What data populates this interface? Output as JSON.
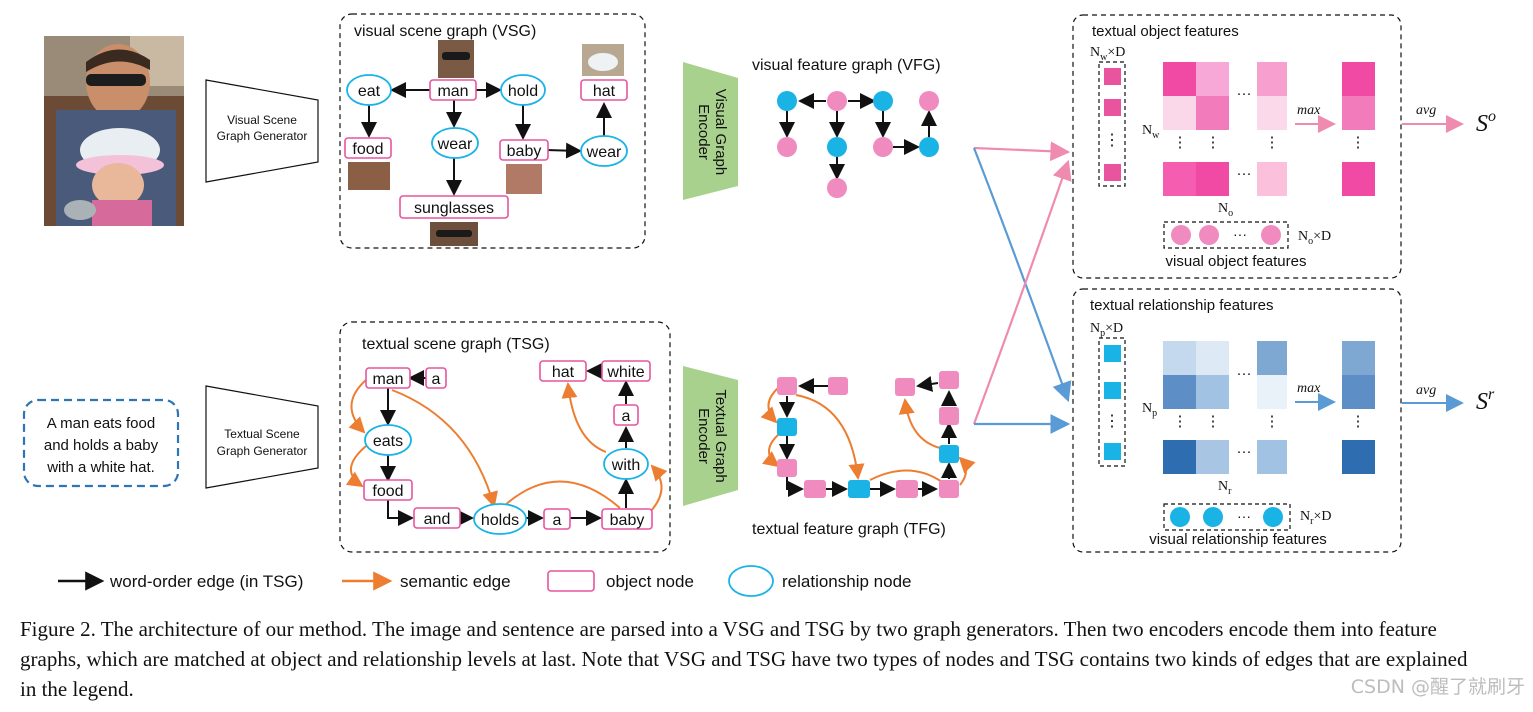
{
  "figure": {
    "caption": "Figure 2. The architecture of our method. The image and sentence are parsed into a VSG and TSG by two graph generators. Then two encoders encode them into feature graphs, which are matched at object and relationship levels at last. Note that VSG and TSG have two types of nodes and TSG contains two kinds of edges that are explained in the legend.",
    "watermark": "CSDN @醒了就刷牙"
  },
  "colors": {
    "object": "#e8549e",
    "relation": "#1ab3e6",
    "feat_pink": "#f08bc0",
    "feat_blue": "#5b9bd5",
    "semantic_edge": "#ed7d31",
    "encoder_fill": "#a9d18e"
  },
  "generators": {
    "visual": [
      "Visual Scene",
      "Graph Generator"
    ],
    "textual": [
      "Textual Scene",
      "Graph Generator"
    ]
  },
  "sentence": [
    "A man eats food",
    "and holds a baby",
    "with a white hat."
  ],
  "vsg": {
    "title": "visual scene graph (VSG)",
    "nodes": {
      "eat": "eat",
      "man": "man",
      "hold": "hold",
      "hat": "hat",
      "food": "food",
      "wear1": "wear",
      "baby": "baby",
      "wear2": "wear",
      "sunglasses": "sunglasses"
    }
  },
  "tsg": {
    "title": "textual scene graph (TSG)",
    "nodes": {
      "man": "man",
      "a1": "a",
      "hat": "hat",
      "white": "white",
      "a2": "a",
      "eats": "eats",
      "with": "with",
      "food": "food",
      "and": "and",
      "holds": "holds",
      "a3": "a",
      "baby": "baby"
    }
  },
  "encoders": {
    "visual": [
      "Visual Graph",
      "Encoder"
    ],
    "textual": [
      "Textual Graph",
      "Encoder"
    ]
  },
  "vfg": {
    "title": "visual feature graph (VFG)"
  },
  "tfg": {
    "title": "textual feature graph (TFG)"
  },
  "object_panel": {
    "title": "textual object features",
    "dim_top": "N",
    "dim_top_sub": "w",
    "dim_top_suffix": "×D",
    "row_label": "N",
    "row_label_sub": "w",
    "col_label": "N",
    "col_label_sub": "o",
    "vis_dim": "N",
    "vis_dim_sub": "o",
    "vis_dim_suffix": "×D",
    "vis_label": "visual object features",
    "max": "max",
    "avg": "avg",
    "score": "S",
    "score_sup": "o"
  },
  "relation_panel": {
    "title": "textual relationship features",
    "dim_top": "N",
    "dim_top_sub": "p",
    "dim_top_suffix": "×D",
    "row_label": "N",
    "row_label_sub": "p",
    "col_label": "N",
    "col_label_sub": "r",
    "vis_dim": "N",
    "vis_dim_sub": "r",
    "vis_dim_suffix": "×D",
    "vis_label": "visual relationship features",
    "max": "max",
    "avg": "avg",
    "score": "S",
    "score_sup": "r"
  },
  "legend": {
    "word_order": "word-order edge (in TSG)",
    "semantic": "semantic edge",
    "object": "object node",
    "relation": "relationship node"
  },
  "dots": "···",
  "vdots": "⋮"
}
